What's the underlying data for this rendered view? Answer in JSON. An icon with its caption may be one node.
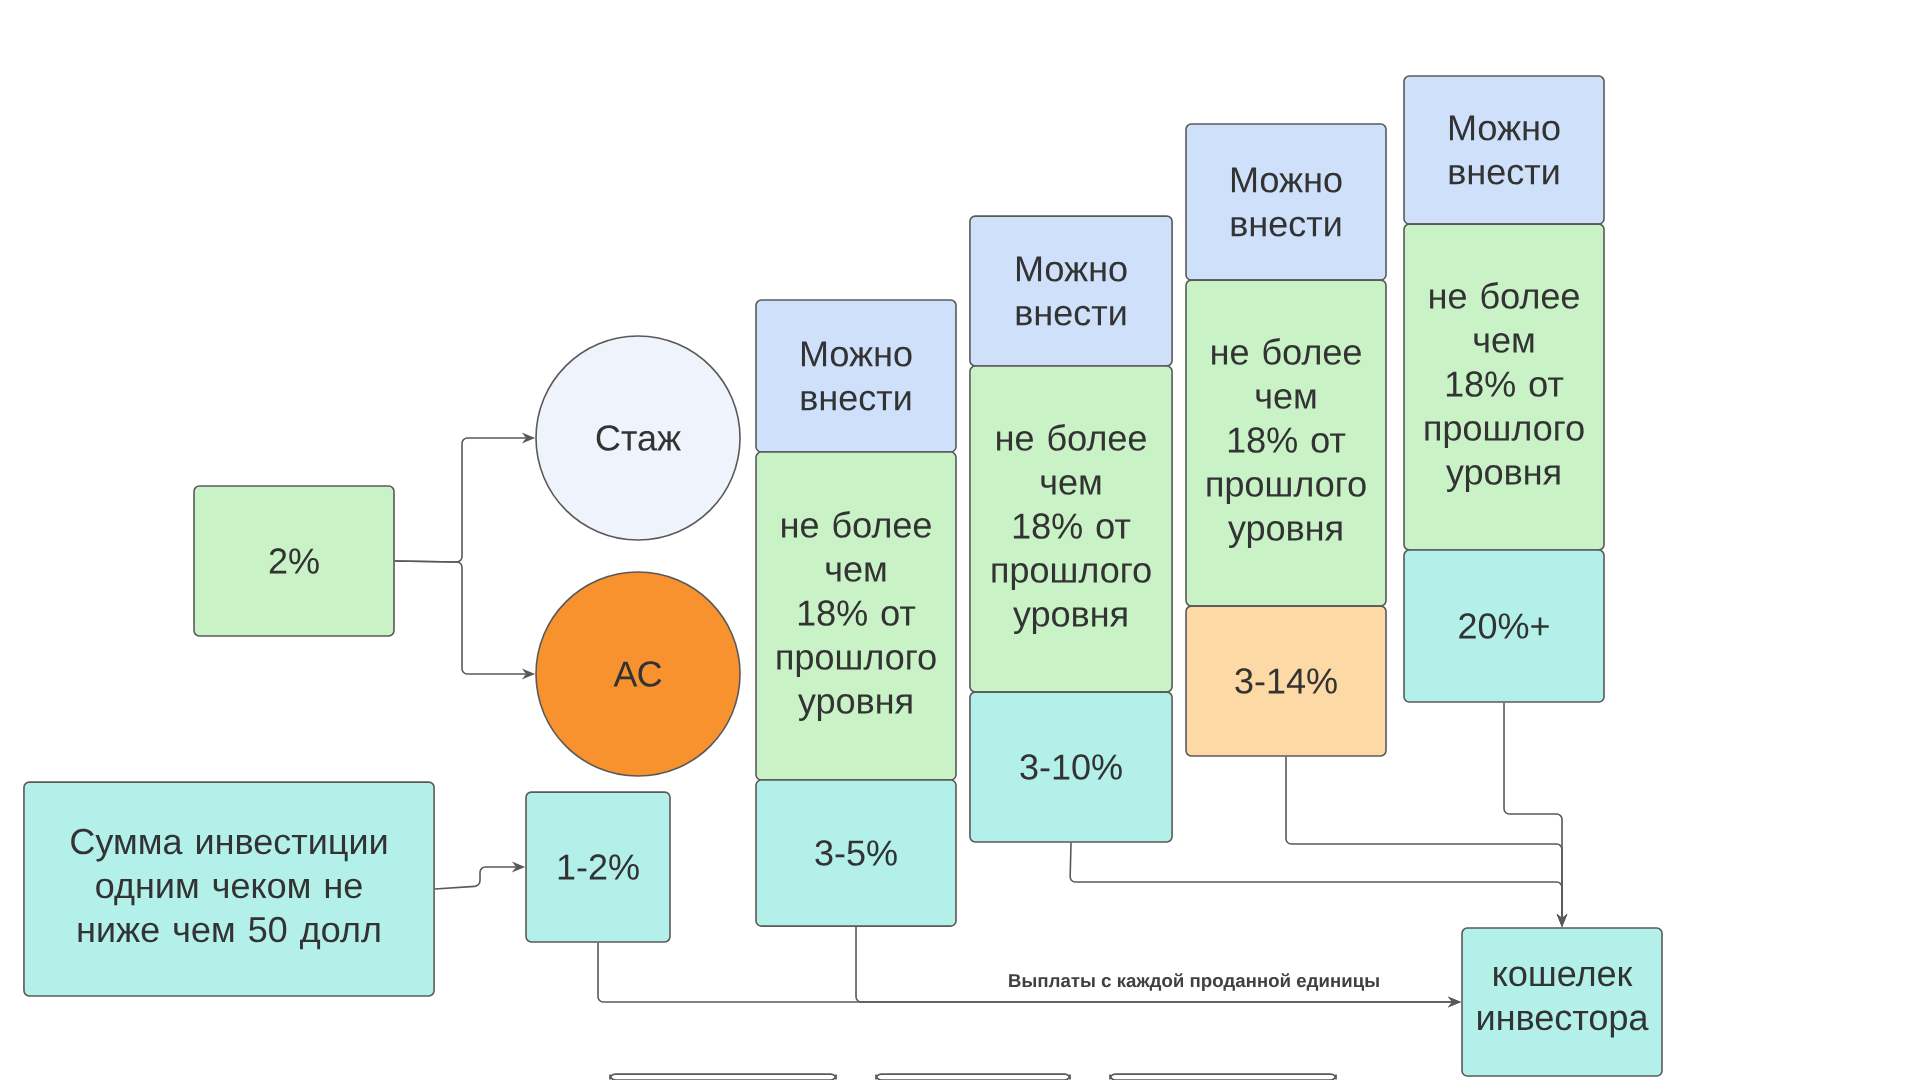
{
  "diagram": {
    "nodes": [
      {
        "text": [
          "2%"
        ]
      },
      {
        "text": [
          "Стаж"
        ]
      },
      {
        "text": [
          "АС"
        ]
      },
      {
        "text": [
          "Сумма инвестиции одним чеком не ниже чем 50 долл"
        ]
      },
      {
        "text": [
          "1-2%"
        ]
      },
      {
        "text": [
          "Можно внести"
        ]
      },
      {
        "text": [
          "не более чем 18% от прошлого уровня"
        ]
      },
      {
        "text": [
          "3-5%"
        ]
      },
      {
        "text": [
          "Можно внести"
        ]
      },
      {
        "text": [
          "не более чем 18% от прошлого уровня"
        ]
      },
      {
        "text": [
          "3-10%"
        ]
      },
      {
        "text": [
          "Можно внести"
        ]
      },
      {
        "text": [
          "не более чем 18% от прошлого уровня"
        ]
      },
      {
        "text": [
          "3-14%"
        ]
      },
      {
        "text": [
          "Можно внести"
        ]
      },
      {
        "text": [
          "не более чем 18% от прошлого уровня"
        ]
      },
      {
        "text": [
          "20%+"
        ]
      },
      {
        "text": [
          "кошелек инвестора"
        ]
      },
      {
        "text": [],
        "shape": "box"
      },
      {
        "text": [],
        "shape": "box"
      },
      {
        "text": [],
        "shape": "box"
      }
    ],
    "edges": [
      {
        "from": 0,
        "to": 1,
        "arrow": "to"
      },
      {
        "from": 0,
        "to": 2,
        "arrow": "to"
      },
      {
        "from": 3,
        "to": 4,
        "arrow": "to"
      },
      {
        "from": 4,
        "to": 17,
        "arrow": "to",
        "label": "Выплаты с каждой проданной единицы"
      },
      {
        "from": 7,
        "to": 17,
        "arrow": "to"
      },
      {
        "from": 10,
        "to": 17,
        "arrow": "to"
      },
      {
        "from": 13,
        "to": 17,
        "arrow": "to"
      },
      {
        "from": 16,
        "to": 17,
        "arrow": "to"
      }
    ]
  }
}
